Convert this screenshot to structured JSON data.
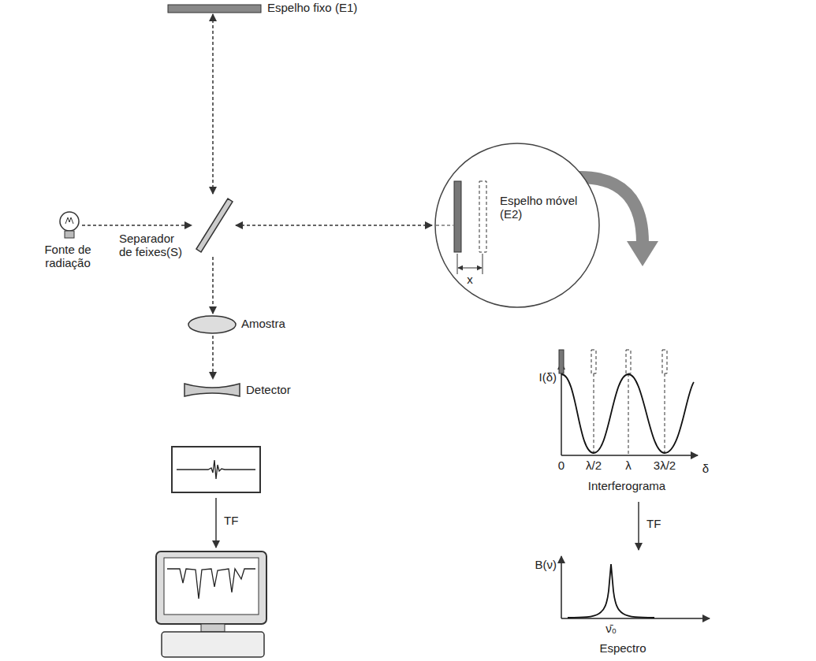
{
  "diagram": {
    "nodes": [
      {
        "text": [
          "Espelho fixo (E1)"
        ]
      },
      {
        "text": [
          "Separador de feixes(S)"
        ]
      },
      {
        "text": [
          "Fonte de radiação"
        ]
      },
      {
        "text": [
          "Espelho móvel (E2)"
        ]
      },
      {
        "text": [
          "Amostra"
        ]
      },
      {
        "text": [
          "Detector"
        ]
      },
      {
        "text": [
          "Interferograma"
        ]
      },
      {
        "text": [
          "Espectro"
        ]
      }
    ],
    "edges": [
      {
        "from": 2,
        "to": 1,
        "arrow": "to"
      },
      {
        "from": 1,
        "to": 0,
        "arrow": "both"
      },
      {
        "from": 1,
        "to": 3,
        "arrow": "both"
      },
      {
        "from": 1,
        "to": 4,
        "arrow": "to"
      },
      {
        "from": 4,
        "to": 5,
        "arrow": "to"
      },
      {
        "from": 6,
        "to": 7,
        "label": "TF",
        "arrow": "to"
      }
    ],
    "labels": [
      "x",
      "TF",
      "I(δ)",
      "0",
      "λ/2",
      "λ",
      "3λ/2",
      "δ",
      "B(ν)",
      "ν̄₀"
    ]
  }
}
